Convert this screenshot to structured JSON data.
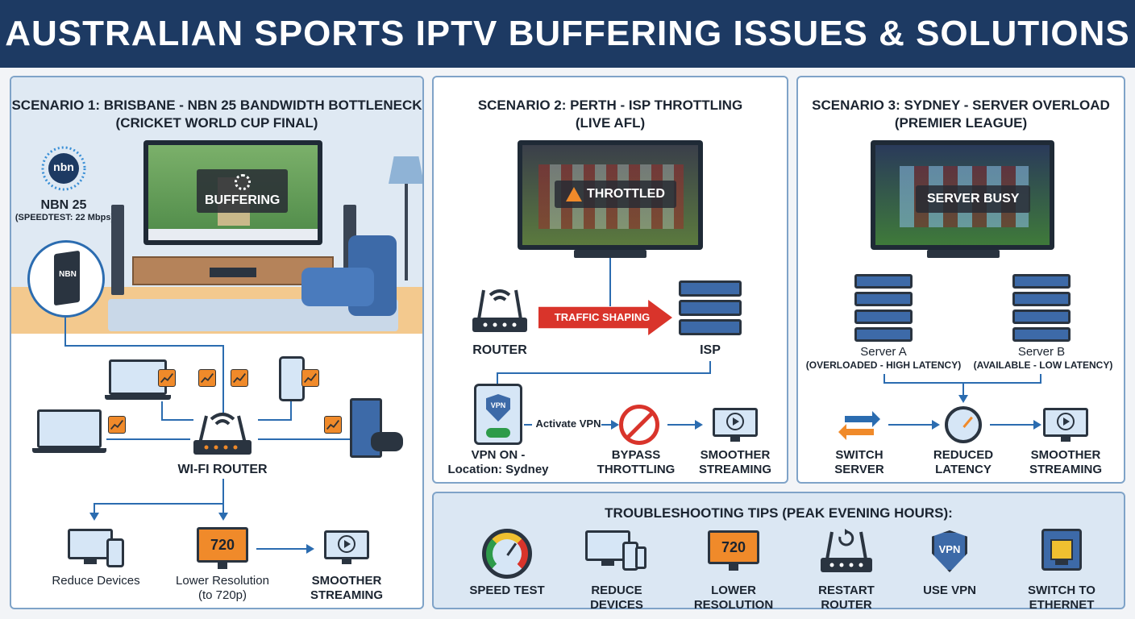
{
  "header": {
    "title": "AUSTRALIAN SPORTS IPTV BUFFERING ISSUES & SOLUTIONS"
  },
  "scenario1": {
    "title_line1": "SCENARIO 1: BRISBANE - NBN 25 BANDWIDTH BOTTLENECK",
    "title_line2": "(CRICKET WORLD CUP FINAL)",
    "nbn_logo": "nbn",
    "nbn_label": "NBN 25",
    "nbn_speed": "(SPEEDTEST: 22 Mbps)",
    "modem_label": "NBN",
    "overlay": "BUFFERING",
    "router_label": "WI-FI ROUTER",
    "steps": [
      {
        "label": "Reduce Devices"
      },
      {
        "label_line1": "Lower Resolution",
        "label_line2": "(to 720p)",
        "badge": "720"
      },
      {
        "label_line1": "SMOOTHER",
        "label_line2": "STREAMING"
      }
    ]
  },
  "scenario2": {
    "title_line1": "SCENARIO 2: PERTH - ISP THROTTLING",
    "title_line2": "(LIVE AFL)",
    "overlay": "THROTTLED",
    "router_label": "ROUTER",
    "shaping_label": "TRAFFIC SHAPING",
    "isp_label": "ISP",
    "vpn_badge": "VPN",
    "vpn_label_line1": "VPN ON -",
    "vpn_label_line2": "Location: Sydney",
    "activate_label": "Activate VPN",
    "bypass_line1": "BYPASS",
    "bypass_line2": "THROTTLING",
    "smooth_line1": "SMOOTHER",
    "smooth_line2": "STREAMING"
  },
  "scenario3": {
    "title_line1": "SCENARIO 3: SYDNEY - SERVER OVERLOAD",
    "title_line2": "(PREMIER LEAGUE)",
    "overlay": "SERVER BUSY",
    "server_a_name": "Server A",
    "server_a_status": "(OVERLOADED - HIGH LATENCY)",
    "server_b_name": "Server B",
    "server_b_status": "(AVAILABLE - LOW LATENCY)",
    "switch_line1": "SWITCH",
    "switch_line2": "SERVER",
    "latency_line1": "REDUCED",
    "latency_line2": "LATENCY",
    "smooth_line1": "SMOOTHER",
    "smooth_line2": "STREAMING"
  },
  "tips": {
    "title": "TROUBLESHOOTING TIPS (PEAK EVENING HOURS):",
    "items": [
      {
        "line1": "SPEED TEST",
        "line2": ""
      },
      {
        "line1": "REDUCE",
        "line2": "DEVICES"
      },
      {
        "line1": "LOWER",
        "line2": "RESOLUTION",
        "badge": "720"
      },
      {
        "line1": "RESTART",
        "line2": "ROUTER"
      },
      {
        "line1": "USE VPN",
        "line2": "",
        "badge": "VPN"
      },
      {
        "line1": "SWITCH TO",
        "line2": "ETHERNET"
      }
    ]
  },
  "colors": {
    "navy": "#1d3a63",
    "accent_orange": "#f08a2a",
    "arrow_blue": "#2b6cb0",
    "alert_red": "#d9342b",
    "panel_border": "#7fa3c8"
  }
}
